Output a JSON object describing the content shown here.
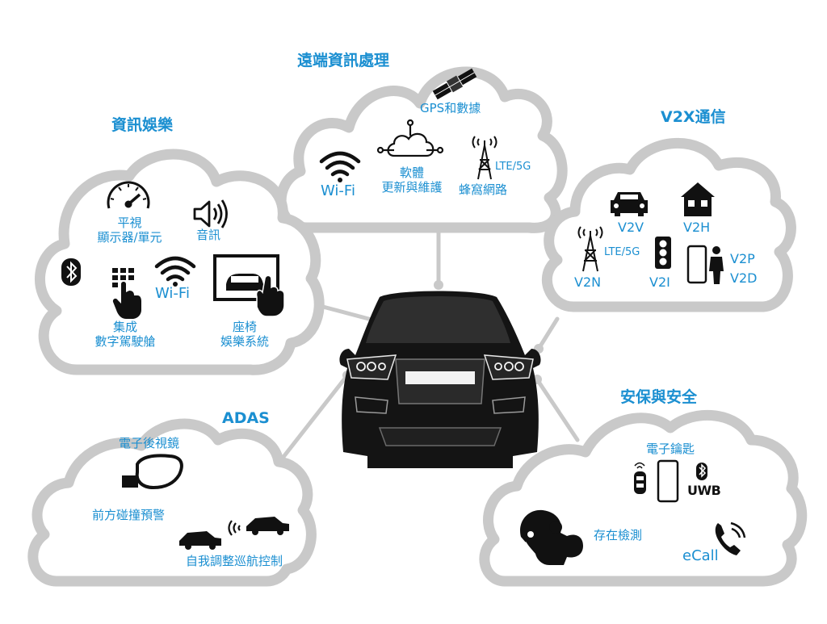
{
  "colors": {
    "cloud": "#c9c9c9",
    "label": "#1b8fd1",
    "icon": "#111111",
    "connector": "#c9c9c9"
  },
  "telematics": {
    "title": "遠端資訊處理",
    "gps": "GPS和數據",
    "wifi": "Wi-Fi",
    "software_line1": "軟體",
    "software_line2": "更新與維護",
    "cell_tag": "LTE/5G",
    "cell_label": "蜂窩網路"
  },
  "infotainment": {
    "title": "資訊娛樂",
    "hud_line1": "平視",
    "hud_line2": "顯示器/單元",
    "audio": "音訊",
    "wifi": "Wi-Fi",
    "cockpit_line1": "集成",
    "cockpit_line2": "數字駕駛艙",
    "seat_line1": "座椅",
    "seat_line2": "娛樂系統"
  },
  "v2x": {
    "title": "V2X通信",
    "v2v": "V2V",
    "v2h": "V2H",
    "cell_tag": "LTE/5G",
    "v2n": "V2N",
    "v2i": "V2I",
    "v2p": "V2P",
    "v2d": "V2D"
  },
  "adas": {
    "title": "ADAS",
    "mirror": "電子後視鏡",
    "collision": "前方碰撞預警",
    "cruise": "自我調整巡航控制"
  },
  "safety": {
    "title": "安保與安全",
    "ekey": "電子鑰匙",
    "uwb": "UWB",
    "presence": "存在檢測",
    "ecall": "eCall"
  },
  "icons": [
    "satellite-icon",
    "wifi-icon",
    "cloud-network-icon",
    "cell-tower-icon",
    "speedometer-icon",
    "speaker-icon",
    "bluetooth-icon",
    "keypad-hand-icon",
    "touchscreen-icon",
    "car-icon",
    "house-icon",
    "traffic-light-icon",
    "smartphone-icon",
    "person-icon",
    "side-mirror-icon",
    "key-fob-icon",
    "phone-call-icon",
    "child-seat-icon",
    "uwb-logo"
  ]
}
